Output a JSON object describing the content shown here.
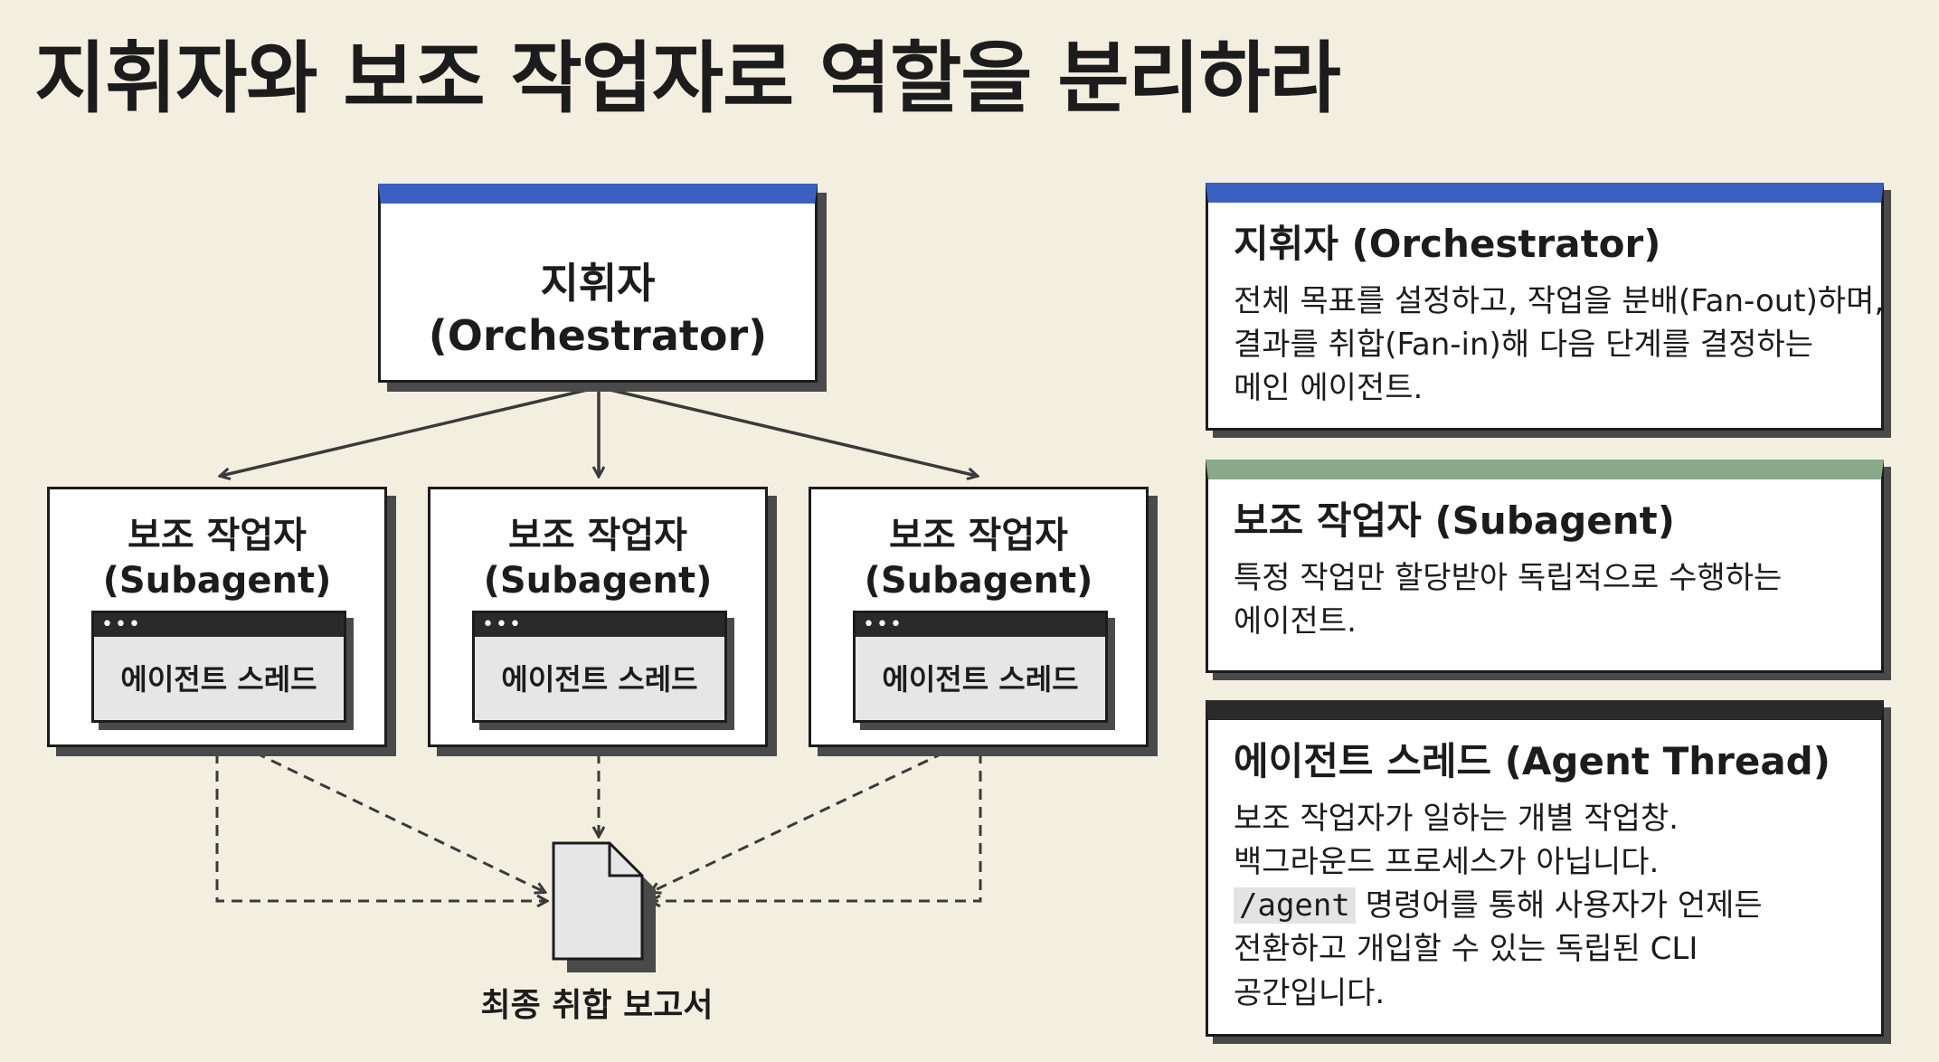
{
  "title": "지휘자와 보조 작업자로 역할을 분리하라",
  "colors": {
    "background": "#f3efe0",
    "orchestrator_accent": "#3b5fc0",
    "subagent_accent": "#8aa88a",
    "thread_accent": "#2a2a2a"
  },
  "diagram": {
    "orchestrator": {
      "name": "지휘자",
      "english": "(Orchestrator)"
    },
    "subagents": [
      {
        "name": "보조 작업자",
        "english": "(Subagent)",
        "thread_label": "에이전트 스레드",
        "window_dots": "•••"
      },
      {
        "name": "보조 작업자",
        "english": "(Subagent)",
        "thread_label": "에이전트 스레드",
        "window_dots": "•••"
      },
      {
        "name": "보조 작업자",
        "english": "(Subagent)",
        "thread_label": "에이전트 스레드",
        "window_dots": "•••"
      }
    ],
    "report": {
      "label": "최종 취합 보고서",
      "icon": "document-icon"
    }
  },
  "definitions": [
    {
      "title": "지휘자 (Orchestrator)",
      "lines": [
        "전체 목표를 설정하고, 작업을 분배(Fan-out)하며,",
        "결과를 취합(Fan-in)해 다음 단계를 결정하는",
        "메인 에이전트."
      ]
    },
    {
      "title": "보조 작업자 (Subagent)",
      "lines": [
        "특정 작업만 할당받아 독립적으로 수행하는",
        "에이전트."
      ]
    },
    {
      "title": "에이전트 스레드 (Agent Thread)",
      "lines": [
        "보조 작업자가 일하는 개별 작업창.",
        "백그라운드 프로세스가 아닙니다."
      ],
      "code": "/agent",
      "code_rest": " 명령어를 통해 사용자가 언제든",
      "tail_lines": [
        "전환하고 개입할 수 있는 독립된 CLI",
        "공간입니다."
      ]
    }
  ]
}
